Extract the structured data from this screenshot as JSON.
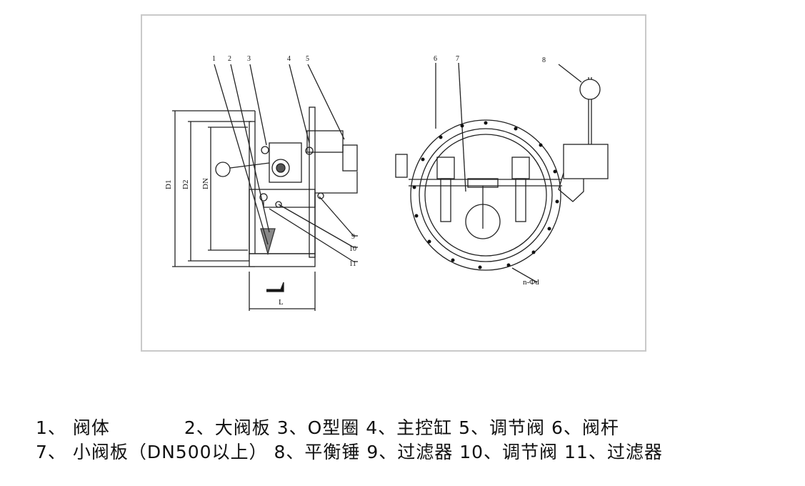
{
  "drawing": {
    "callouts_left": [
      "1",
      "2",
      "3",
      "4",
      "5",
      "9",
      "10",
      "11"
    ],
    "callouts_right": [
      "6",
      "7",
      "8"
    ],
    "dimensions": {
      "d1": "D1",
      "d2": "D2",
      "dn": "DN",
      "length": "L",
      "bolt_holes": "n-Φd"
    }
  },
  "legend": {
    "row1": [
      {
        "num": "1、",
        "name": "阀体"
      },
      {
        "num": "2、",
        "name": "大阀板"
      },
      {
        "num": "3、",
        "name": "O型圈"
      },
      {
        "num": "4、",
        "name": "主控缸"
      },
      {
        "num": "5、",
        "name": "调节阀"
      },
      {
        "num": "6、",
        "name": "阀杆"
      }
    ],
    "row2": [
      {
        "num": "7、",
        "name": "小阀板（DN500以上）"
      },
      {
        "num": "8、",
        "name": "平衡锤"
      },
      {
        "num": "9、",
        "name": "过滤器"
      },
      {
        "num": "10、",
        "name": "调节阀"
      },
      {
        "num": "11、",
        "name": "过滤器"
      }
    ]
  }
}
